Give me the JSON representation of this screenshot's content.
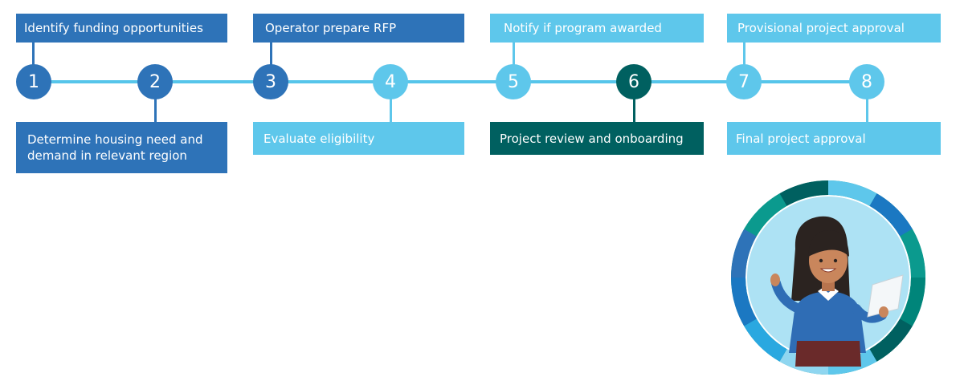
{
  "colors": {
    "dark_blue": "#2e73b8",
    "light_blue": "#5ec7eb",
    "dark_teal": "#006060",
    "line": "#56c5ea"
  },
  "steps": [
    {
      "number": "1",
      "label": "Identify funding opportunities",
      "position": "top",
      "color": "dark_blue"
    },
    {
      "number": "2",
      "label": "Determine housing need and demand in relevant region",
      "position": "bottom",
      "color": "dark_blue"
    },
    {
      "number": "3",
      "label": "Operator prepare RFP",
      "position": "top",
      "color": "dark_blue"
    },
    {
      "number": "4",
      "label": "Evaluate eligibility",
      "position": "bottom",
      "color": "light_blue"
    },
    {
      "number": "5",
      "label": "Notify if program awarded",
      "position": "top",
      "color": "light_blue"
    },
    {
      "number": "6",
      "label": "Project review and onboarding",
      "position": "bottom",
      "color": "dark_teal"
    },
    {
      "number": "7",
      "label": "Provisional project approval",
      "position": "top",
      "color": "light_blue"
    },
    {
      "number": "8",
      "label": "Final project approval",
      "position": "bottom",
      "color": "light_blue"
    }
  ],
  "illustration": {
    "description_icon": "person-holding-document-icon"
  }
}
